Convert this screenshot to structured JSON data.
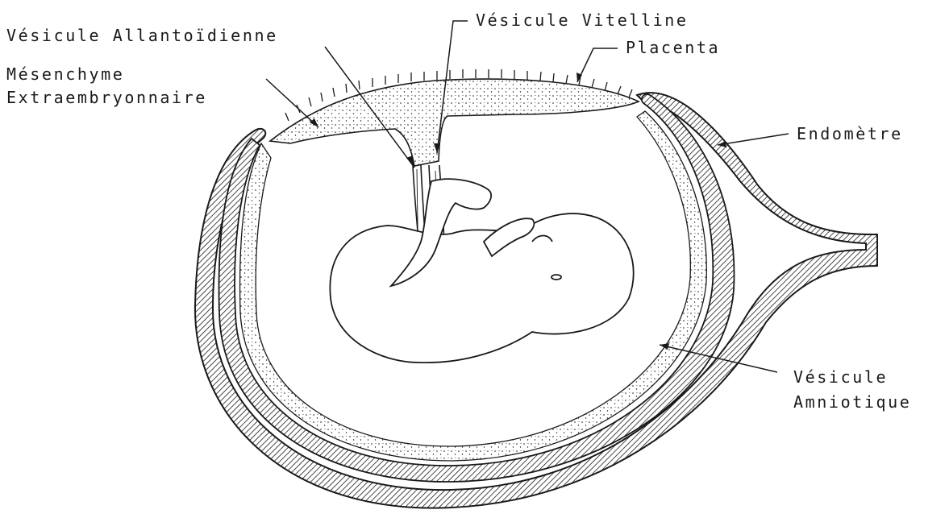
{
  "labels": {
    "vesicule_allantoidienne": "Vésicule Allantoïdienne",
    "vesicule_vitelline": "Vésicule Vitelline",
    "placenta": "Placenta",
    "mesenchyme_line1": "Mésenchyme",
    "mesenchyme_line2": "Extraembryonnaire",
    "endometre": "Endomètre",
    "vesicule_amniotique_line1": "Vésicule",
    "vesicule_amniotique_line2": "Amniotique"
  },
  "colors": {
    "ink": "#1a1a1a",
    "paper": "#ffffff"
  }
}
